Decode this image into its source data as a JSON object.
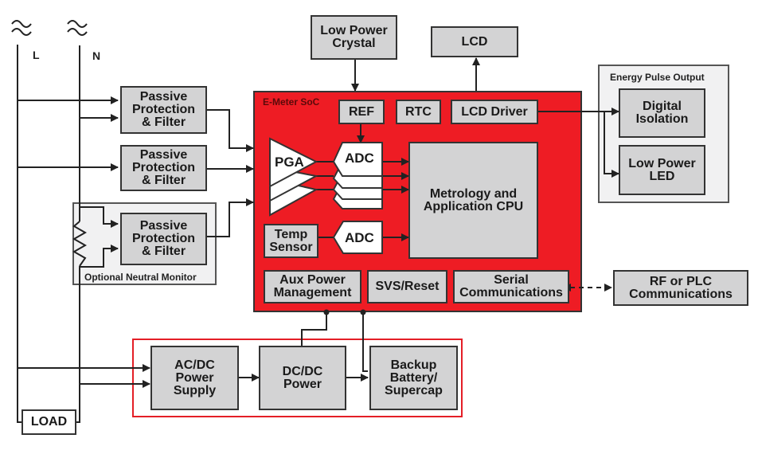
{
  "diagram": {
    "mains": {
      "line_label": "L",
      "neutral_label": "N",
      "load_label": "LOAD"
    },
    "protection_blocks": [
      {
        "label": "Passive\nProtection\n& Filter"
      },
      {
        "label": "Passive\nProtection\n& Filter"
      },
      {
        "label": "Passive\nProtection\n& Filter"
      }
    ],
    "neutral_monitor_group": {
      "label": "Optional Neutral Monitor"
    },
    "crystal": {
      "label": "Low Power\nCrystal"
    },
    "lcd": {
      "label": "LCD"
    },
    "soc": {
      "label": "E-Meter SoC",
      "ref": "REF",
      "rtc": "RTC",
      "lcd_driver": "LCD Driver",
      "pga": "PGA",
      "adc_main": "ADC",
      "adc_temp": "ADC",
      "temp_sensor": "Temp\nSensor",
      "cpu": "Metrology and\nApplication CPU",
      "aux_power": "Aux Power\nManagement",
      "svs_reset": "SVS/Reset",
      "serial_comm": "Serial\nCommunications"
    },
    "energy_pulse_group": {
      "label": "Energy Pulse Output",
      "digital_isolation": "Digital\nIsolation",
      "low_power_led": "Low Power\nLED"
    },
    "rf_plc": {
      "label": "RF or PLC\nCommunications"
    },
    "power_group": {
      "acdc": "AC/DC\nPower\nSupply",
      "dcdc": "DC/DC\nPower",
      "backup": "Backup\nBattery/\nSupercap"
    },
    "colors": {
      "soc_red": "#ee1c24",
      "block_gray": "#d3d3d4",
      "outline_red": "#e41e26"
    }
  }
}
